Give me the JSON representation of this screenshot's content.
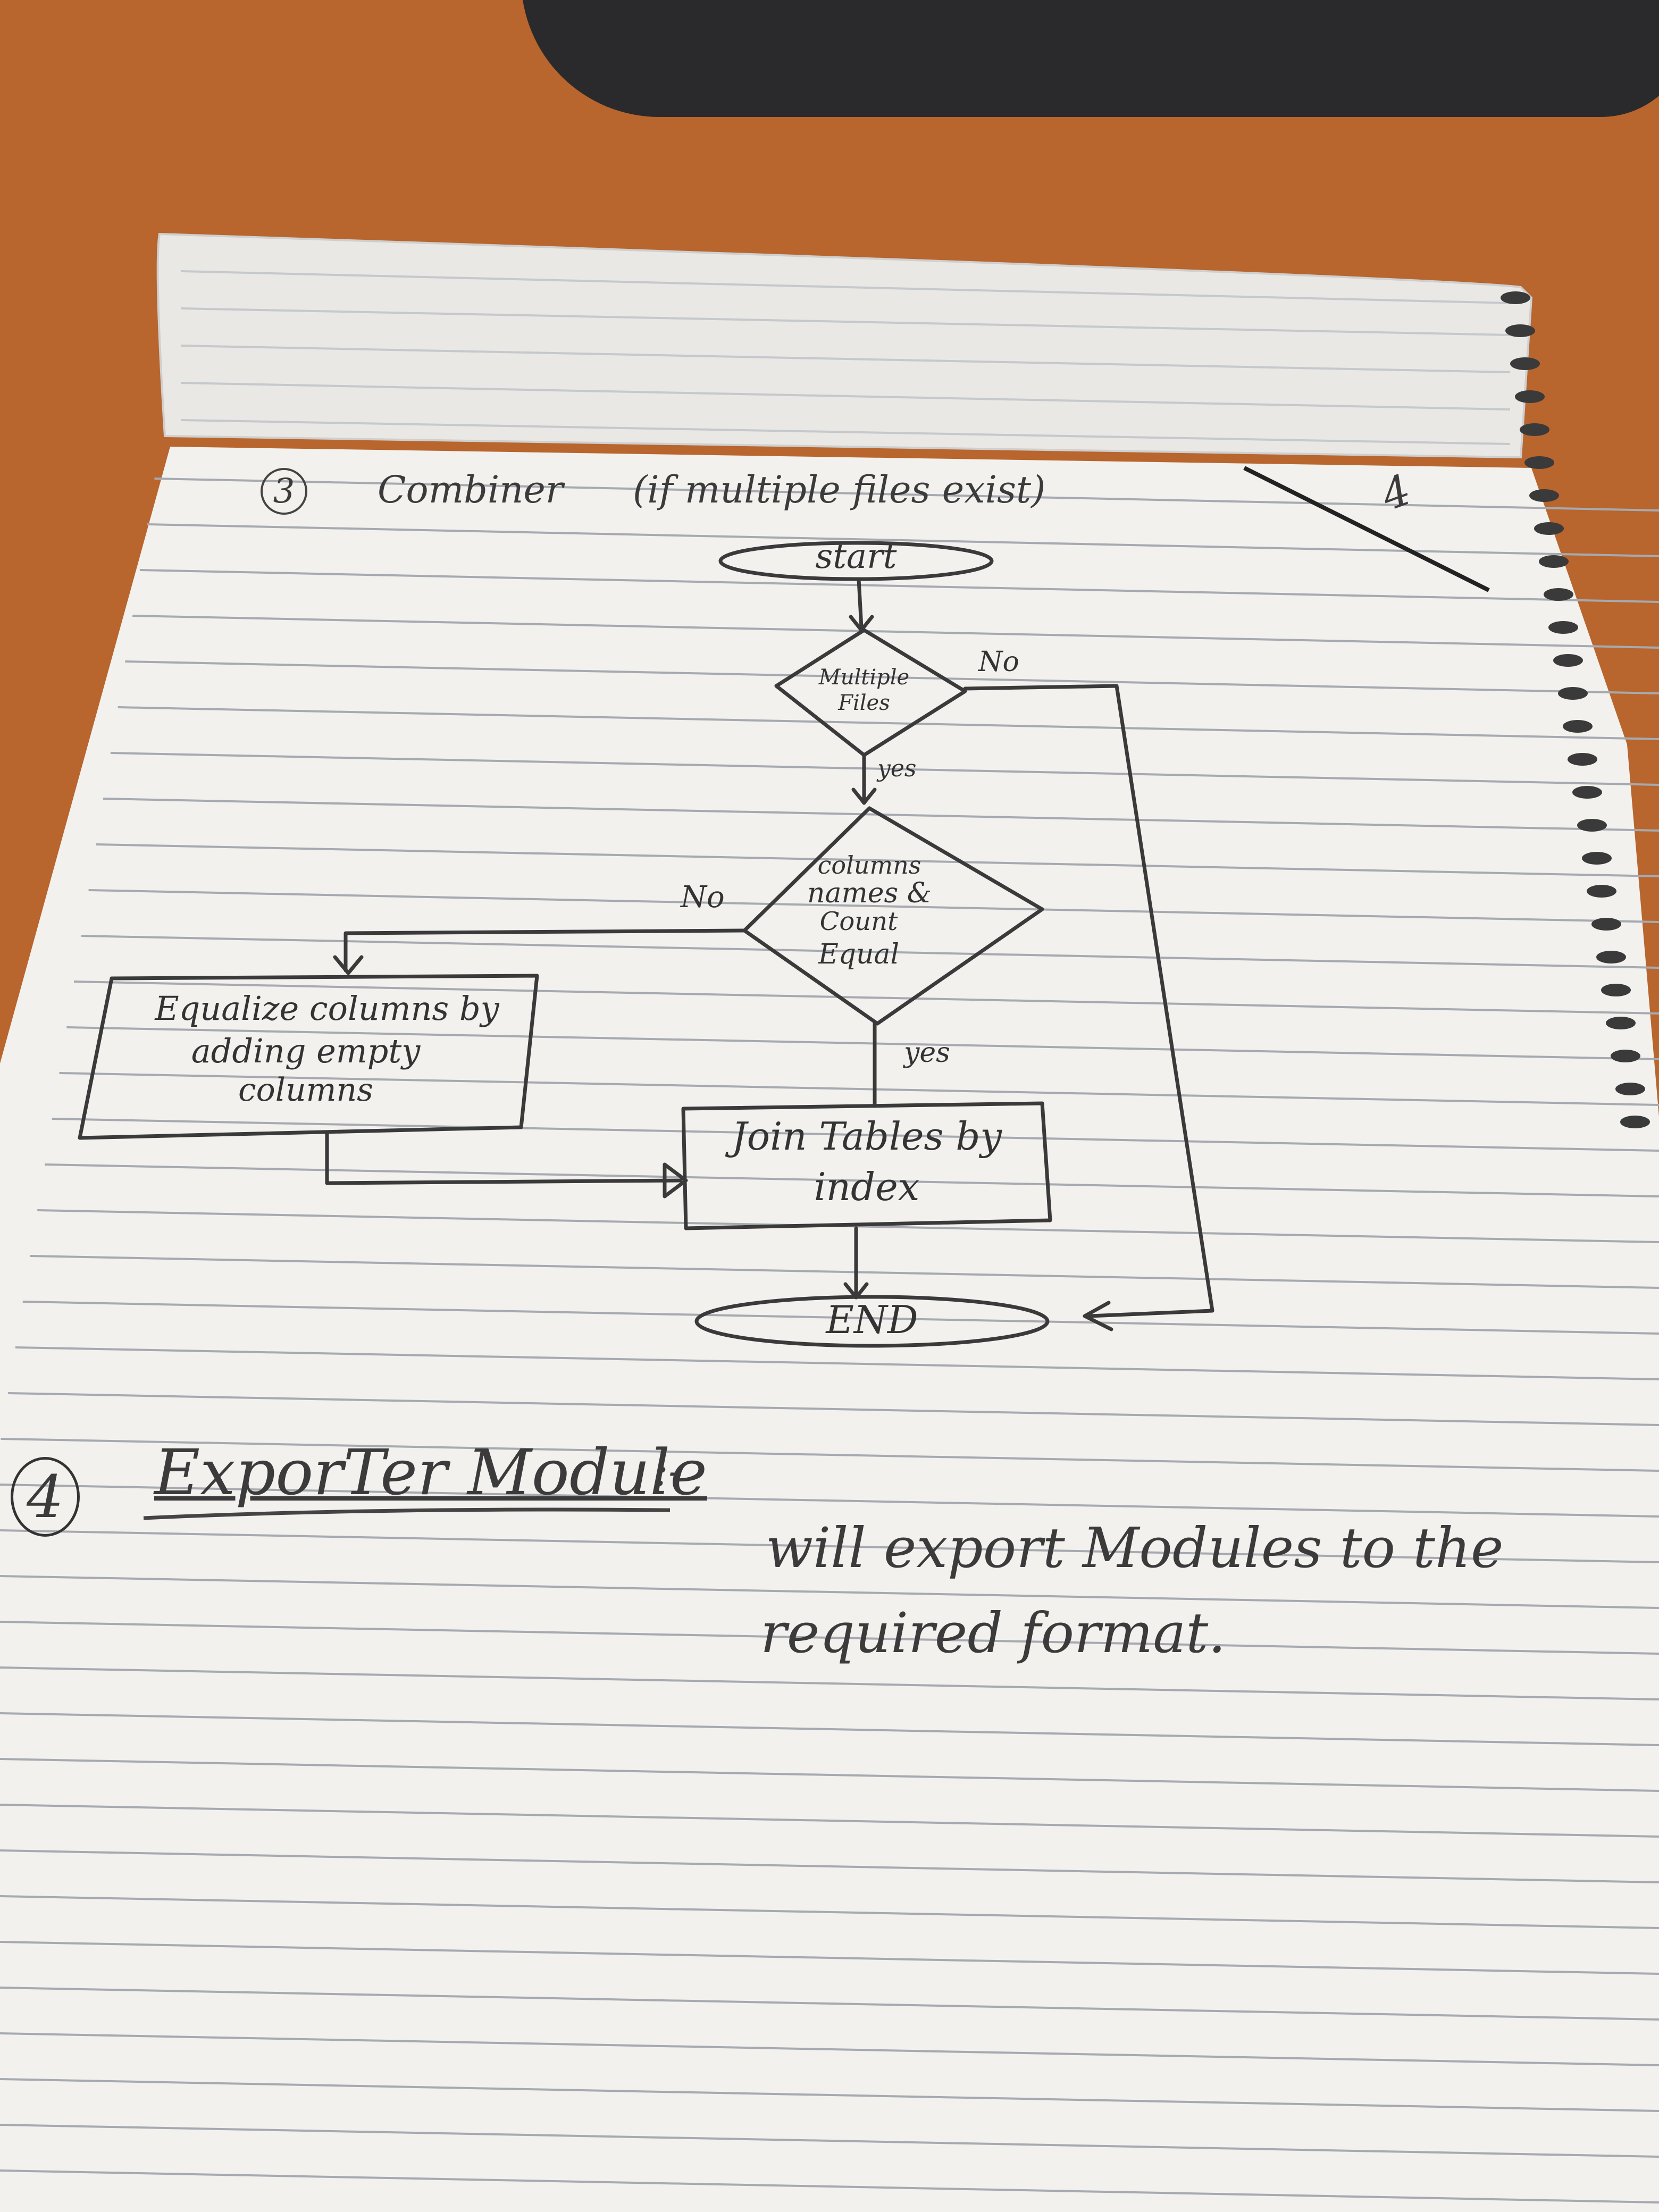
{
  "section3": {
    "number": "3",
    "title": "Combiner",
    "subtitle": "(if multiple files exist)"
  },
  "flowchart": {
    "start": "start",
    "decision1": "Multiple Files",
    "decision1_no": "No",
    "decision1_yes": "yes",
    "decision2_line1": "columns",
    "decision2_line2": "names &",
    "decision2_line3": "Count",
    "decision2_line4": "Equal",
    "decision2_no": "No",
    "decision2_yes": "yes",
    "equalize_line1": "Equalize columns by",
    "equalize_line2": "adding empty",
    "equalize_line3": "columns",
    "join_line1": "Join Tables by",
    "join_line2": "index",
    "end": "END"
  },
  "corner_label": "4",
  "section4": {
    "number": "4",
    "title": "ExporTer Module",
    "colon": ":-",
    "description_line1": "will export Modules to the",
    "description_line2": "required format."
  },
  "colors": {
    "desk": "#b8652e",
    "paper": "#f1f0ed",
    "rule_line": "#a9adb3",
    "pencil": "#3a3a3a"
  }
}
